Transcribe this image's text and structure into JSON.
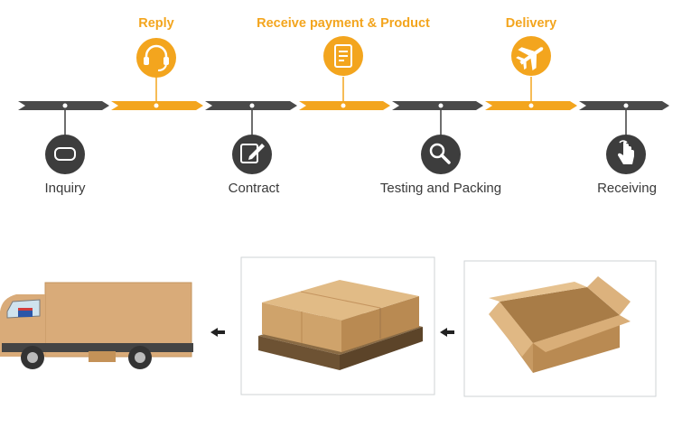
{
  "top_steps": [
    {
      "label": "Reply",
      "icon": "headset-icon"
    },
    {
      "label": "Receive payment & Product",
      "icon": "document-icon"
    },
    {
      "label": "Delivery",
      "icon": "airplane-icon"
    }
  ],
  "bottom_steps": [
    {
      "label": "Inquiry",
      "icon": "message-icon"
    },
    {
      "label": "Contract",
      "icon": "pen-icon"
    },
    {
      "label": "Testing and Packing",
      "icon": "magnifier-icon"
    },
    {
      "label": "Receiving",
      "icon": "hand-pointer-icon"
    }
  ],
  "colors": {
    "accent": "#f3a51e",
    "dark": "#3d3d3d",
    "cardboard": "#d4a574",
    "panel_border": "#cfd3d6"
  }
}
